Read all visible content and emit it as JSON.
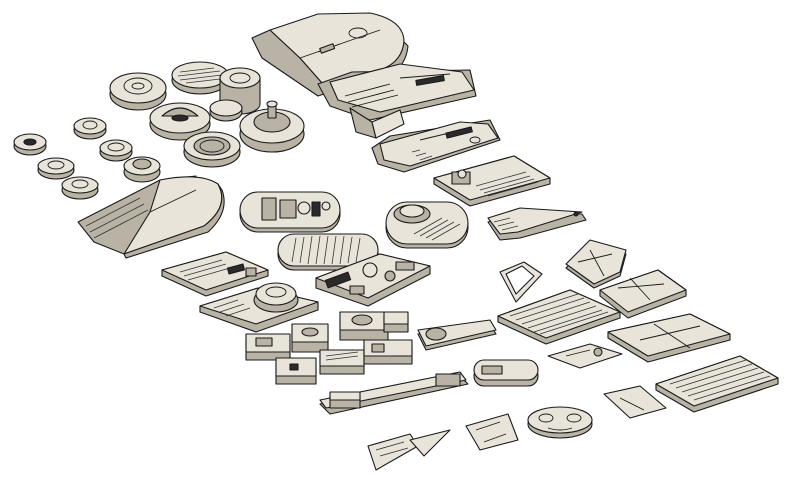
{
  "scene": {
    "description_colors": {
      "background": "#ffffff",
      "part_top": "#e8e4da",
      "part_side": "#b9b3a6",
      "outline": "#1a1a1a"
    },
    "items": [
      {
        "name": "hull-canopy-large",
        "kind": "canopy"
      },
      {
        "name": "engine-block-ribbed",
        "kind": "engine"
      },
      {
        "name": "cockpit-nose-piece",
        "kind": "canopy"
      },
      {
        "name": "vent-panel-slotted",
        "kind": "panel"
      },
      {
        "name": "ramp-bracket",
        "kind": "bracket"
      },
      {
        "name": "turbine-domes",
        "kind": "round"
      },
      {
        "name": "round-buttons",
        "kind": "round"
      },
      {
        "name": "gun-housing-curved",
        "kind": "canopy"
      },
      {
        "name": "machinery-oval-plate",
        "kind": "panel"
      },
      {
        "name": "grated-oval-plate",
        "kind": "panel"
      },
      {
        "name": "hatch-oval-plate",
        "kind": "panel"
      },
      {
        "name": "console-panel",
        "kind": "panel"
      },
      {
        "name": "sensor-dome-panel",
        "kind": "panel"
      },
      {
        "name": "greeble-cluster",
        "kind": "greeble"
      },
      {
        "name": "triangle-frames",
        "kind": "bracket"
      },
      {
        "name": "x-brace-plates",
        "kind": "panel"
      },
      {
        "name": "vent-grille-large",
        "kind": "panel"
      },
      {
        "name": "small-box-greebles",
        "kind": "greeble"
      },
      {
        "name": "long-rail-bar",
        "kind": "bracket"
      },
      {
        "name": "round-hatch-disc",
        "kind": "round"
      }
    ]
  }
}
